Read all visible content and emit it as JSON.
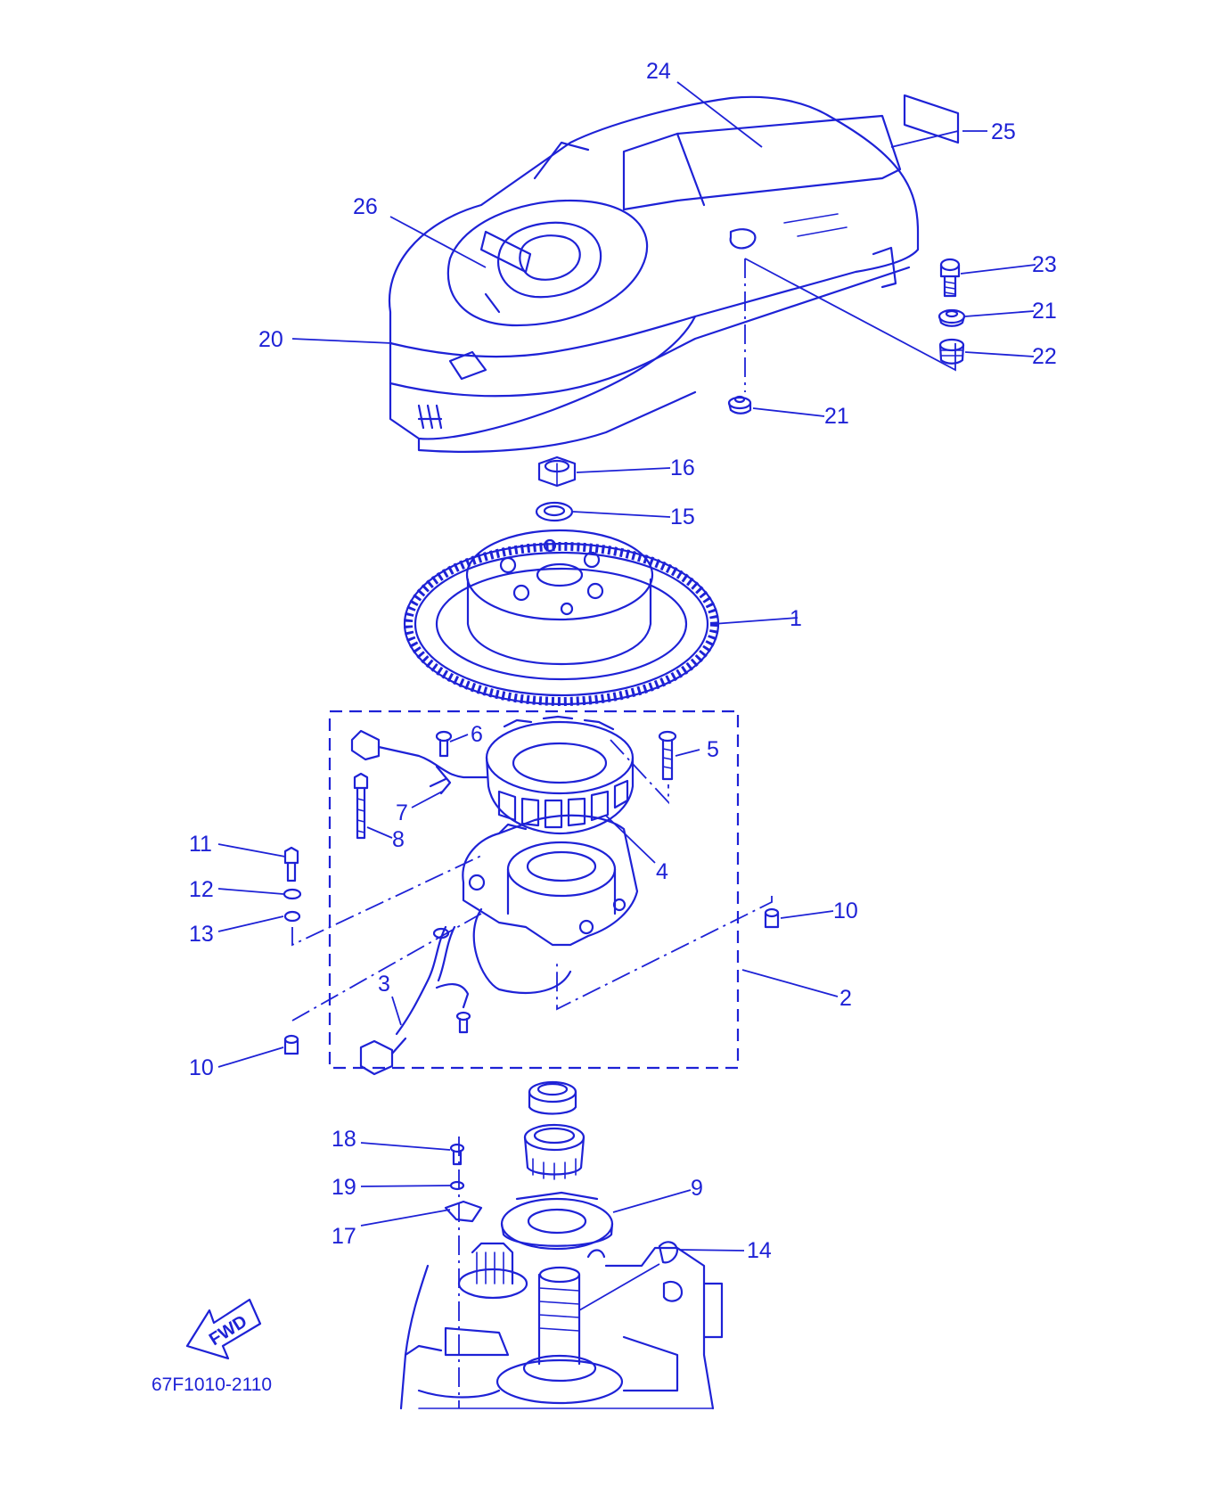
{
  "diagram": {
    "drawing_code": "67F1010-2110",
    "fwd_label": "FWD",
    "color": "#1e22d6",
    "callouts": {
      "c1": "1",
      "c2": "2",
      "c3": "3",
      "c4": "4",
      "c5": "5",
      "c6": "6",
      "c7": "7",
      "c8": "8",
      "c9": "9",
      "c10a": "10",
      "c10b": "10",
      "c11": "11",
      "c12": "12",
      "c13": "13",
      "c14": "14",
      "c15": "15",
      "c16": "16",
      "c17": "17",
      "c18": "18",
      "c19": "19",
      "c20": "20",
      "c21a": "21",
      "c21b": "21",
      "c22": "22",
      "c23": "23",
      "c24": "24",
      "c25": "25",
      "c26": "26"
    }
  }
}
